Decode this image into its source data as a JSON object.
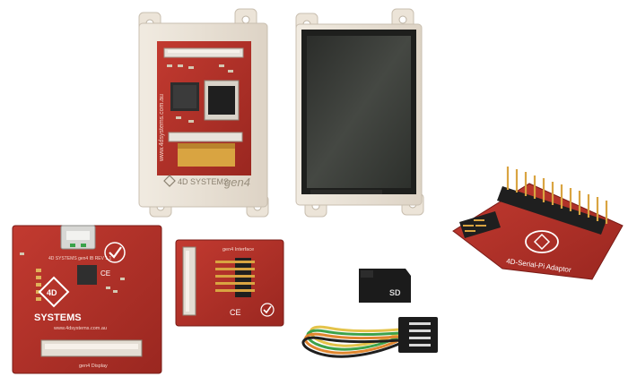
{
  "back_module": {
    "url_text": "www.4dsystems.com.au",
    "brand_text": "4D SYSTEMS",
    "model_text": "gen4"
  },
  "gen4_board": {
    "header_text": "4D SYSTEMS gen4 IB REV 1.1",
    "brand_text": "SYSTEMS",
    "url_text": "www.4dsystems.com.au",
    "footer_text": "gen4 Display"
  },
  "interface_board": {
    "header_text": "gen4 Interface",
    "marks_text": "CE"
  },
  "sd_card": {
    "label_text": "SD"
  },
  "serial_pi_adaptor": {
    "label_text": "4D-Serial-Pi Adaptor"
  },
  "colors": {
    "pcb_red": "#b8332b",
    "pcb_dark_red": "#8e221c",
    "frame": "#ece4d8",
    "screen": "#3c3f3b",
    "gold": "#d9a441"
  }
}
